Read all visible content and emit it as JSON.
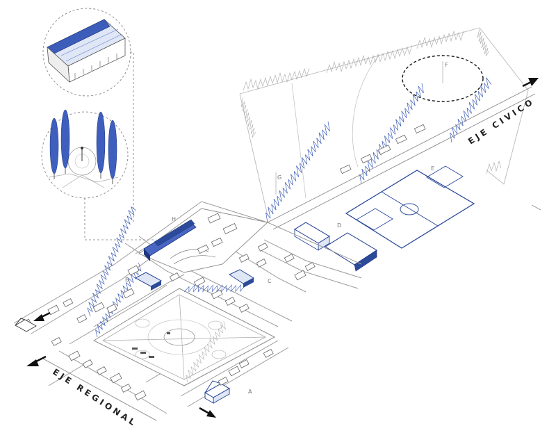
{
  "axes": {
    "civic": "EJE CIVICO",
    "regional": "EJE REGIONAL"
  },
  "markers": {
    "a": "A",
    "b": "B",
    "c": "C",
    "d": "D",
    "e": "E",
    "f": "F",
    "g": "G",
    "h": "H"
  },
  "colors": {
    "accent_blue": "#2c4a9a",
    "line_gray": "#9a9a9a"
  },
  "icons": {
    "arrow": "arrow-icon",
    "tree": "poplar-tree-icon"
  }
}
